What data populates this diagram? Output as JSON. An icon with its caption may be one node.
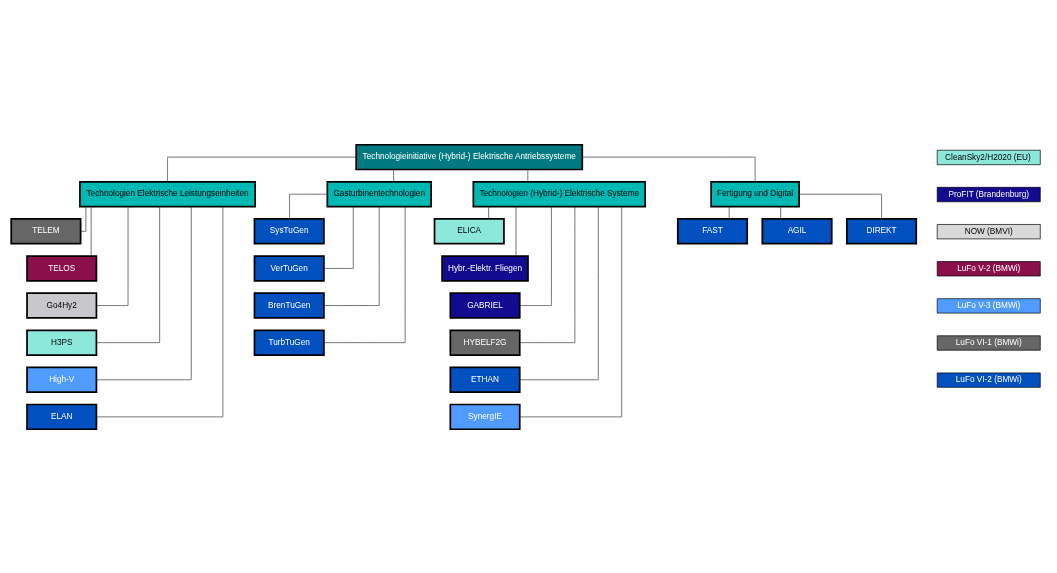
{
  "diagram": {
    "nodes": [
      {
        "text": [
          "Technologieinitiative (Hybrid-) Elektrische Antriebssysteme"
        ]
      },
      {
        "text": [
          "Technologien Elektrische Leistungseinheiten"
        ]
      },
      {
        "text": [
          "Gasturbinentechnologien"
        ]
      },
      {
        "text": [
          "Technologien (Hybrid-) Elektrische Systeme"
        ]
      },
      {
        "text": [
          "TELEM"
        ]
      },
      {
        "text": [
          "TELOS"
        ]
      },
      {
        "text": [
          "Go4Hy2"
        ]
      },
      {
        "text": [
          "H3PS"
        ]
      },
      {
        "text": [
          "High-V"
        ]
      },
      {
        "text": [
          "ELAN"
        ]
      },
      {
        "text": [
          "SysTuGen"
        ]
      },
      {
        "text": [
          "VerTuGen"
        ]
      },
      {
        "text": [
          "BrenTuGen"
        ]
      },
      {
        "text": [
          "TurbTuGen"
        ]
      },
      {
        "text": [
          "ELICA"
        ]
      },
      {
        "text": [
          "Hybr.-Elektr. Fliegen"
        ]
      },
      {
        "text": [
          "GABRIEL"
        ]
      },
      {
        "text": [
          "HYBELF2G"
        ]
      },
      {
        "text": [
          "ETHAN"
        ]
      },
      {
        "text": [
          "SynergIE"
        ]
      },
      {
        "text": [
          "Fertigung und Digital"
        ]
      },
      {
        "text": [
          "FAST"
        ]
      },
      {
        "text": [
          "AGIL"
        ]
      },
      {
        "text": [
          "DIREKT"
        ]
      }
    ],
    "edges": [
      {
        "from": 0,
        "to": 1,
        "arrow": "none"
      },
      {
        "from": 0,
        "to": 2,
        "arrow": "none"
      },
      {
        "from": 0,
        "to": 3,
        "arrow": "none"
      },
      {
        "from": 0,
        "to": 20,
        "arrow": "none"
      },
      {
        "from": 1,
        "to": 4,
        "arrow": "none"
      },
      {
        "from": 1,
        "to": 5,
        "arrow": "none"
      },
      {
        "from": 1,
        "to": 6,
        "arrow": "none"
      },
      {
        "from": 1,
        "to": 7,
        "arrow": "none"
      },
      {
        "from": 1,
        "to": 8,
        "arrow": "none"
      },
      {
        "from": 1,
        "to": 9,
        "arrow": "none"
      },
      {
        "from": 2,
        "to": 10,
        "arrow": "none"
      },
      {
        "from": 2,
        "to": 11,
        "arrow": "none"
      },
      {
        "from": 2,
        "to": 12,
        "arrow": "none"
      },
      {
        "from": 2,
        "to": 13,
        "arrow": "none"
      },
      {
        "from": 3,
        "to": 14,
        "arrow": "none"
      },
      {
        "from": 3,
        "to": 15,
        "arrow": "none"
      },
      {
        "from": 3,
        "to": 16,
        "arrow": "none"
      },
      {
        "from": 3,
        "to": 17,
        "arrow": "none"
      },
      {
        "from": 3,
        "to": 18,
        "arrow": "none"
      },
      {
        "from": 3,
        "to": 19,
        "arrow": "none"
      },
      {
        "from": 20,
        "to": 21,
        "arrow": "none"
      },
      {
        "from": 20,
        "to": 22,
        "arrow": "none"
      },
      {
        "from": 20,
        "to": 23,
        "arrow": "none"
      }
    ],
    "legend": [
      {
        "text": "CleanSky2/H2020 (EU)",
        "color": "#8de8dc"
      },
      {
        "text": "ProFIT (Brandenburg)",
        "color": "#120a8f"
      },
      {
        "text": "NOW (BMVI)",
        "color": "#d9d9d9"
      },
      {
        "text": "LuFo V-2 (BMWi)",
        "color": "#8b0f4a"
      },
      {
        "text": "LuFo V-3 (BMWi)",
        "color": "#4f9bff"
      },
      {
        "text": "LuFo VI-1 (BMWi)",
        "color": "#666666"
      },
      {
        "text": "LuFo VI-2 (BMWi)",
        "color": "#0050bf"
      }
    ]
  }
}
